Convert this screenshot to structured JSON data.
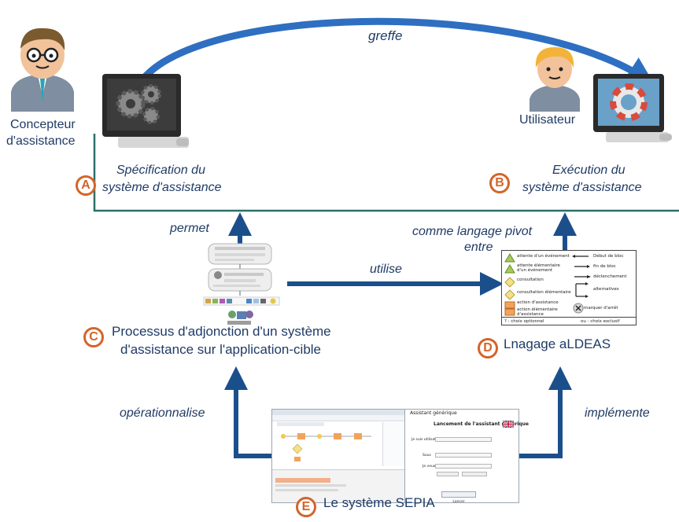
{
  "top": {
    "greffe": "greffe"
  },
  "left_actor": {
    "label_line1": "Concepteur",
    "label_line2": "d'assistance"
  },
  "right_actor": {
    "label": "Utilisateur"
  },
  "node_a": {
    "badge": "A",
    "line1": "Spécification du",
    "line2": "système d'assistance"
  },
  "node_b": {
    "badge": "B",
    "line1": "Exécution du",
    "line2": "système d'assistance"
  },
  "node_c": {
    "badge": "C",
    "line1": "Processus d'adjonction d'un système",
    "line2": "d'assistance sur l'application-cible"
  },
  "node_d": {
    "badge": "D",
    "label": "Lnagage aLDEAS"
  },
  "node_e": {
    "badge": "E",
    "label": "Le système SEPIA"
  },
  "edges": {
    "permet": "permet",
    "comme_pivot_line1": "comme langage pivot",
    "comme_pivot_line2": "entre",
    "utilise": "utilise",
    "operationnalise": "opérationnalise",
    "implemente": "implémente"
  },
  "legend": {
    "items_left": [
      "attente d'un événement",
      "attente élémentaire",
      "d'un événement",
      "consultation",
      "consultation élémentaire",
      "action d'assistance",
      "action élémentaire",
      "d'assistance"
    ],
    "items_right": [
      "Début de bloc",
      "fin de bloc",
      "déclenchement",
      "alternatives",
      "marquer d'arrêt"
    ],
    "footer_left": "? : choix optionnel",
    "footer_right": "ou : choix exclusif"
  },
  "sepia_dialog": {
    "title": "Assistant générique",
    "heading": "Lancement de l'assistant générique",
    "field1": "Je suis utilisateur",
    "field2": "Sous",
    "field3": "Je veux",
    "button": "Lancer"
  },
  "colors": {
    "navy": "#1f3b66",
    "arrow_blue": "#1b4f8c",
    "curve_blue": "#2e6fc2",
    "badge_orange": "#d4642a",
    "baseline_teal": "#2b6f6a"
  }
}
